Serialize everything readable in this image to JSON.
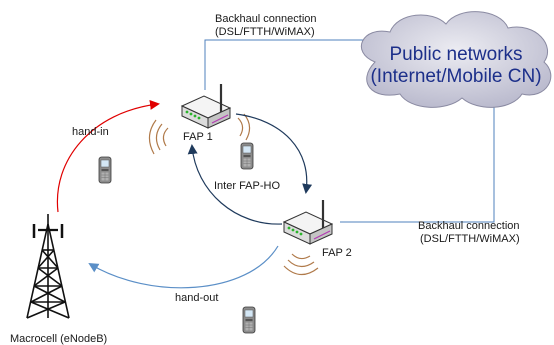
{
  "labels": {
    "backhaul_top_line1": "Backhaul connection",
    "backhaul_top_line2": "(DSL/FTTH/WiMAX)",
    "cloud_line1": "Public networks",
    "cloud_line2": "(Internet/Mobile CN)",
    "fap1": "FAP 1",
    "fap2": "FAP 2",
    "hand_in": "hand-in",
    "hand_out": "hand-out",
    "inter_fap_ho": "Inter FAP-HO",
    "backhaul_right_line1": "Backhaul connection",
    "backhaul_right_line2": "(DSL/FTTH/WiMAX)",
    "macrocell": "Macrocell (eNodeB)"
  },
  "colors": {
    "cloud_fill": "#c9c9d9",
    "cloud_text": "#1c2f8a",
    "backhaul_line": "#4f81bd",
    "hand_in_arrow": "#e00000",
    "hand_out_arrow": "#5b8fc7",
    "inter_fap_arrow": "#1f3a5c",
    "signal_waves": "#b07a4a"
  }
}
